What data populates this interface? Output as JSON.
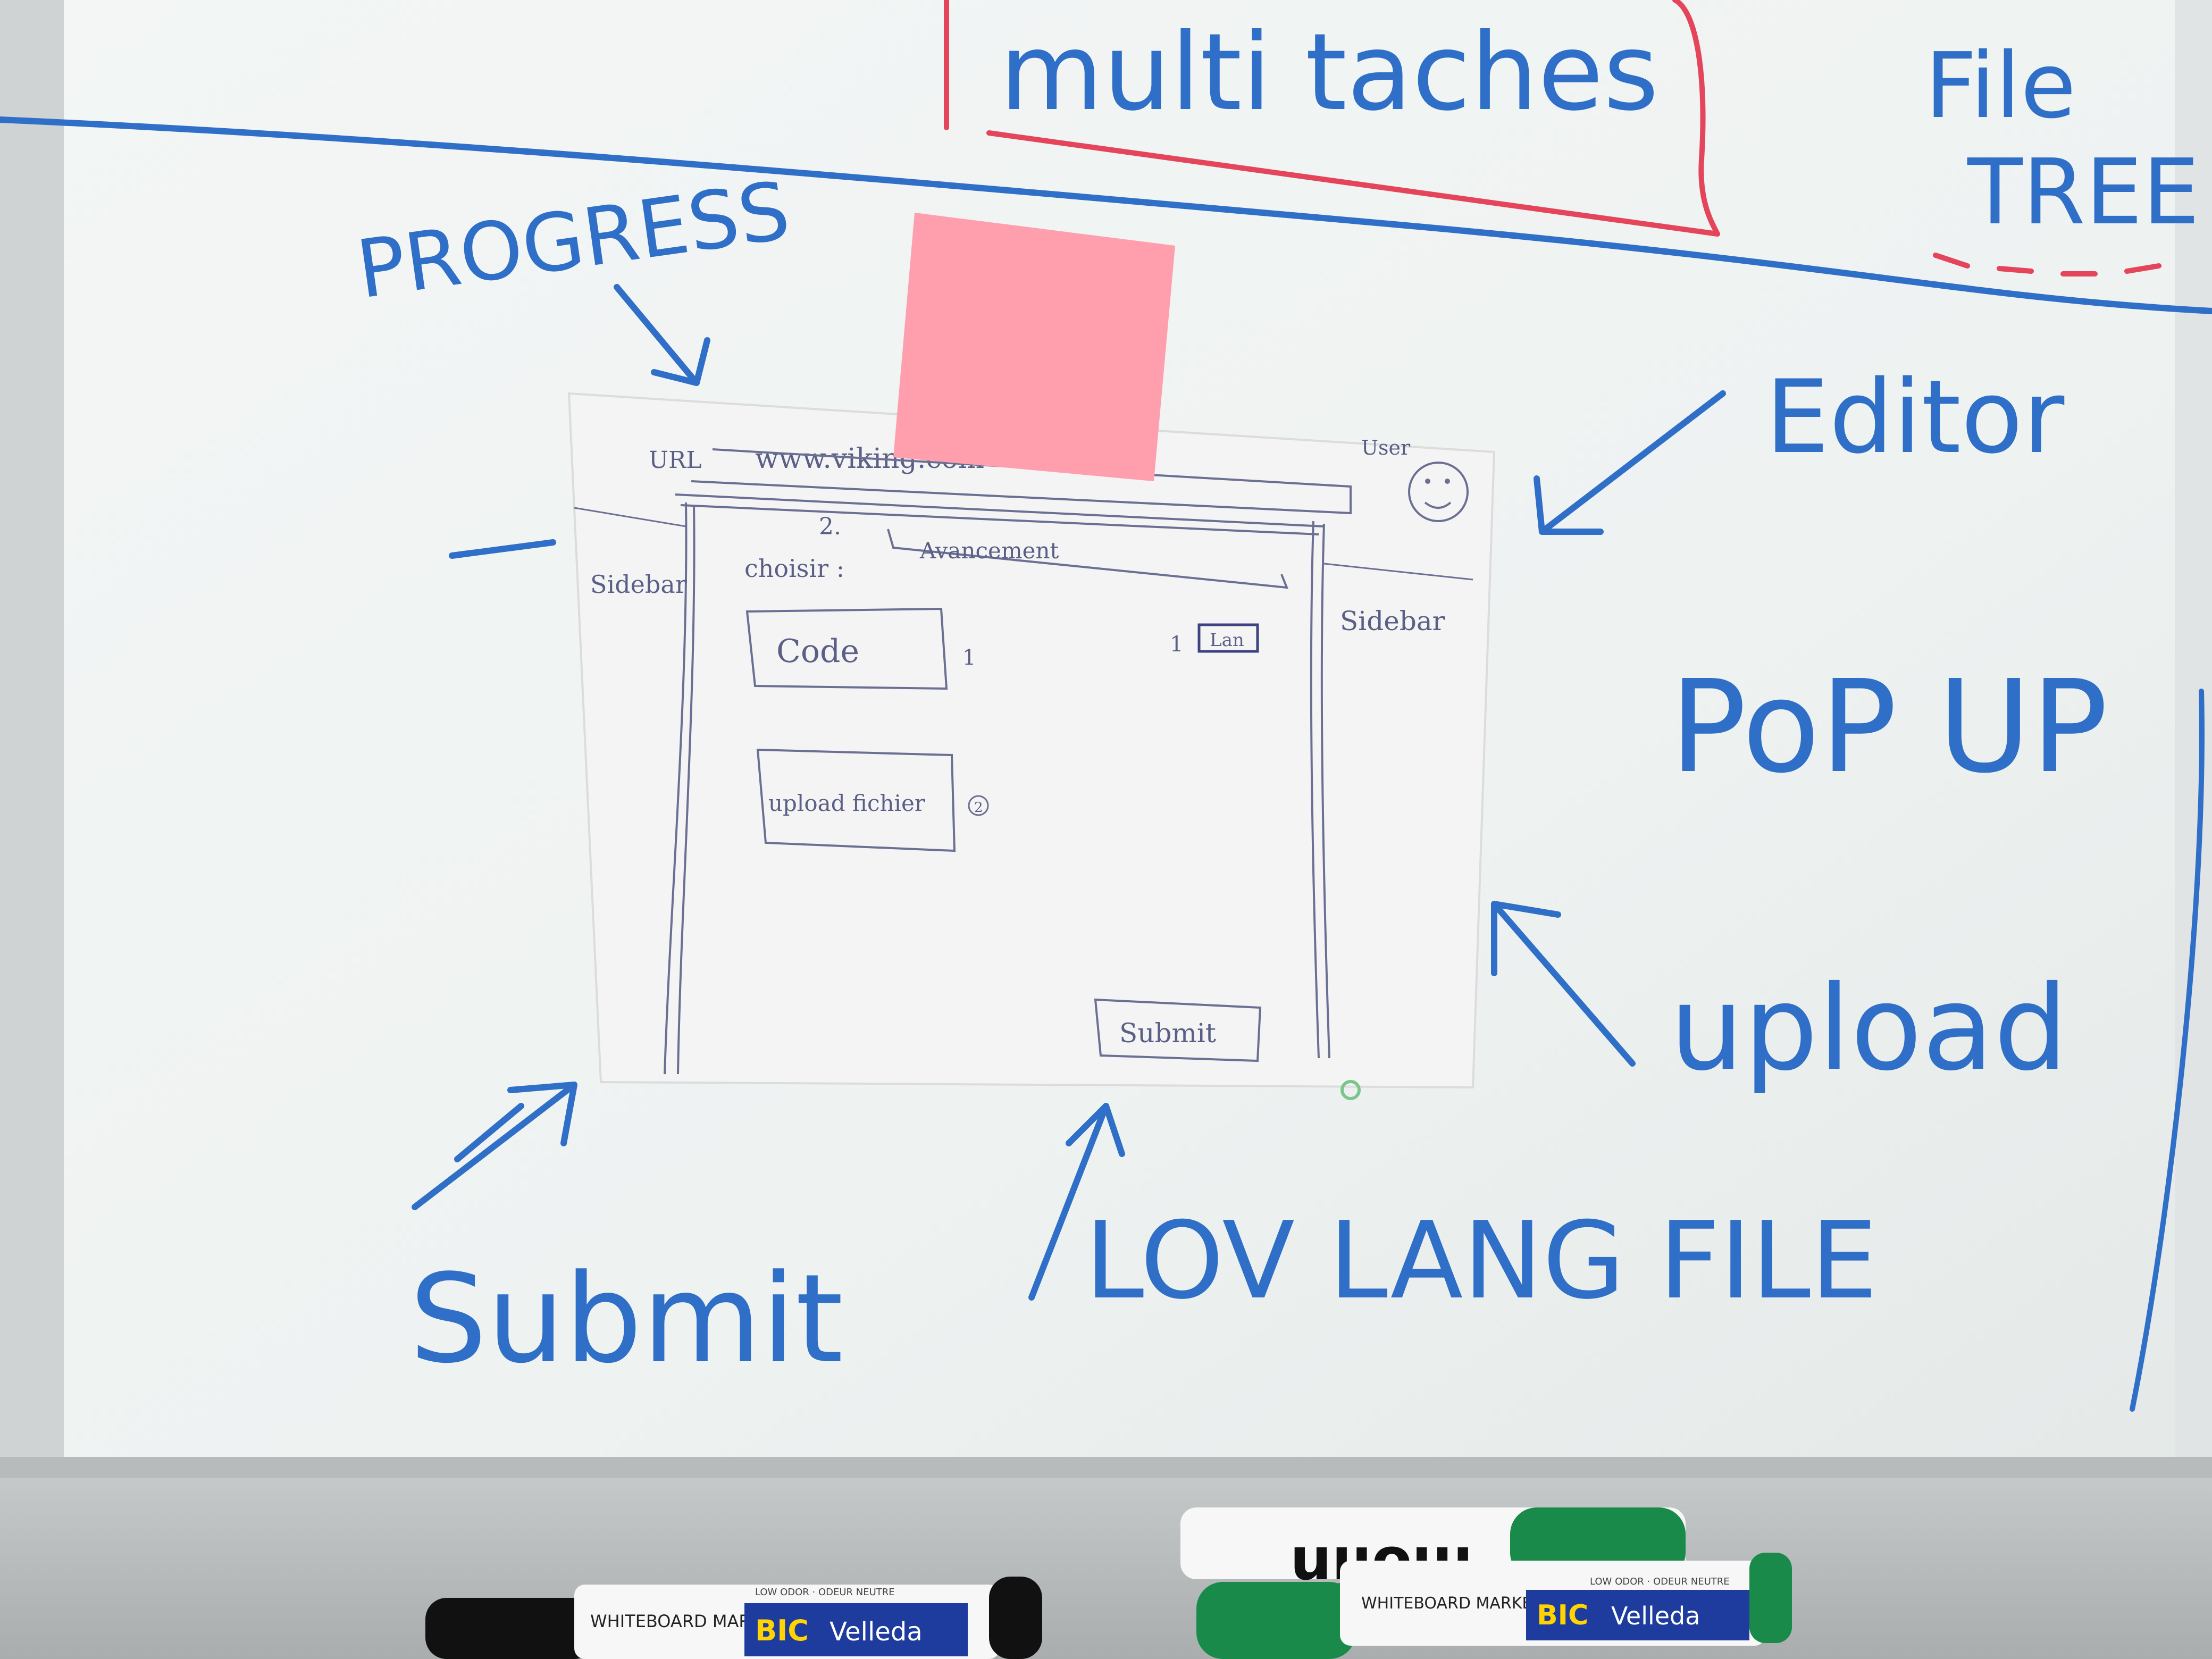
{
  "whiteboard": {
    "annotations": {
      "multi_taches": "multi taches",
      "file_tree_1": "File",
      "file_tree_2": "TREE",
      "progress": "PROGRESS",
      "editor": "Editor",
      "pop_up": "PoP UP",
      "upload": "upload",
      "submit": "Submit",
      "lov_lang_file": "LOV LANG FILE"
    }
  },
  "paper_mockup": {
    "url_label": "URL",
    "url_value": "www.viking.com",
    "user_label": "User",
    "choose_label": "choisir :",
    "step_number": "2.",
    "step_field": "Avancement",
    "sidebar_left": "Sidebar",
    "sidebar_right": "Sidebar",
    "code_button": "Code",
    "code_marker": "1",
    "upload_button": "upload fichier",
    "upload_marker": "2",
    "lang_marker": "1",
    "lang_box": "Lan",
    "submit_button": "Submit"
  },
  "markers": [
    {
      "brand": "BIC",
      "line": "Velleda",
      "type": "WHITEBOARD MARKER",
      "note": "LOW ODOR · ODEUR NEUTRE",
      "color": "#111111"
    },
    {
      "brand": "BIC",
      "line": "Velleda",
      "type": "WHITEBOARD MARKER",
      "note": "LOW ODOR · ODEUR NEUTRE",
      "color": "#1a8a4a"
    },
    {
      "brand": "molin",
      "color": "#1a8a4a"
    }
  ],
  "colors": {
    "board": "#eef2f1",
    "ink_blue": "#2f6fc7",
    "ink_red": "#e4455a",
    "sticky": "#ff9fae",
    "pencil": "#5a5f86"
  }
}
